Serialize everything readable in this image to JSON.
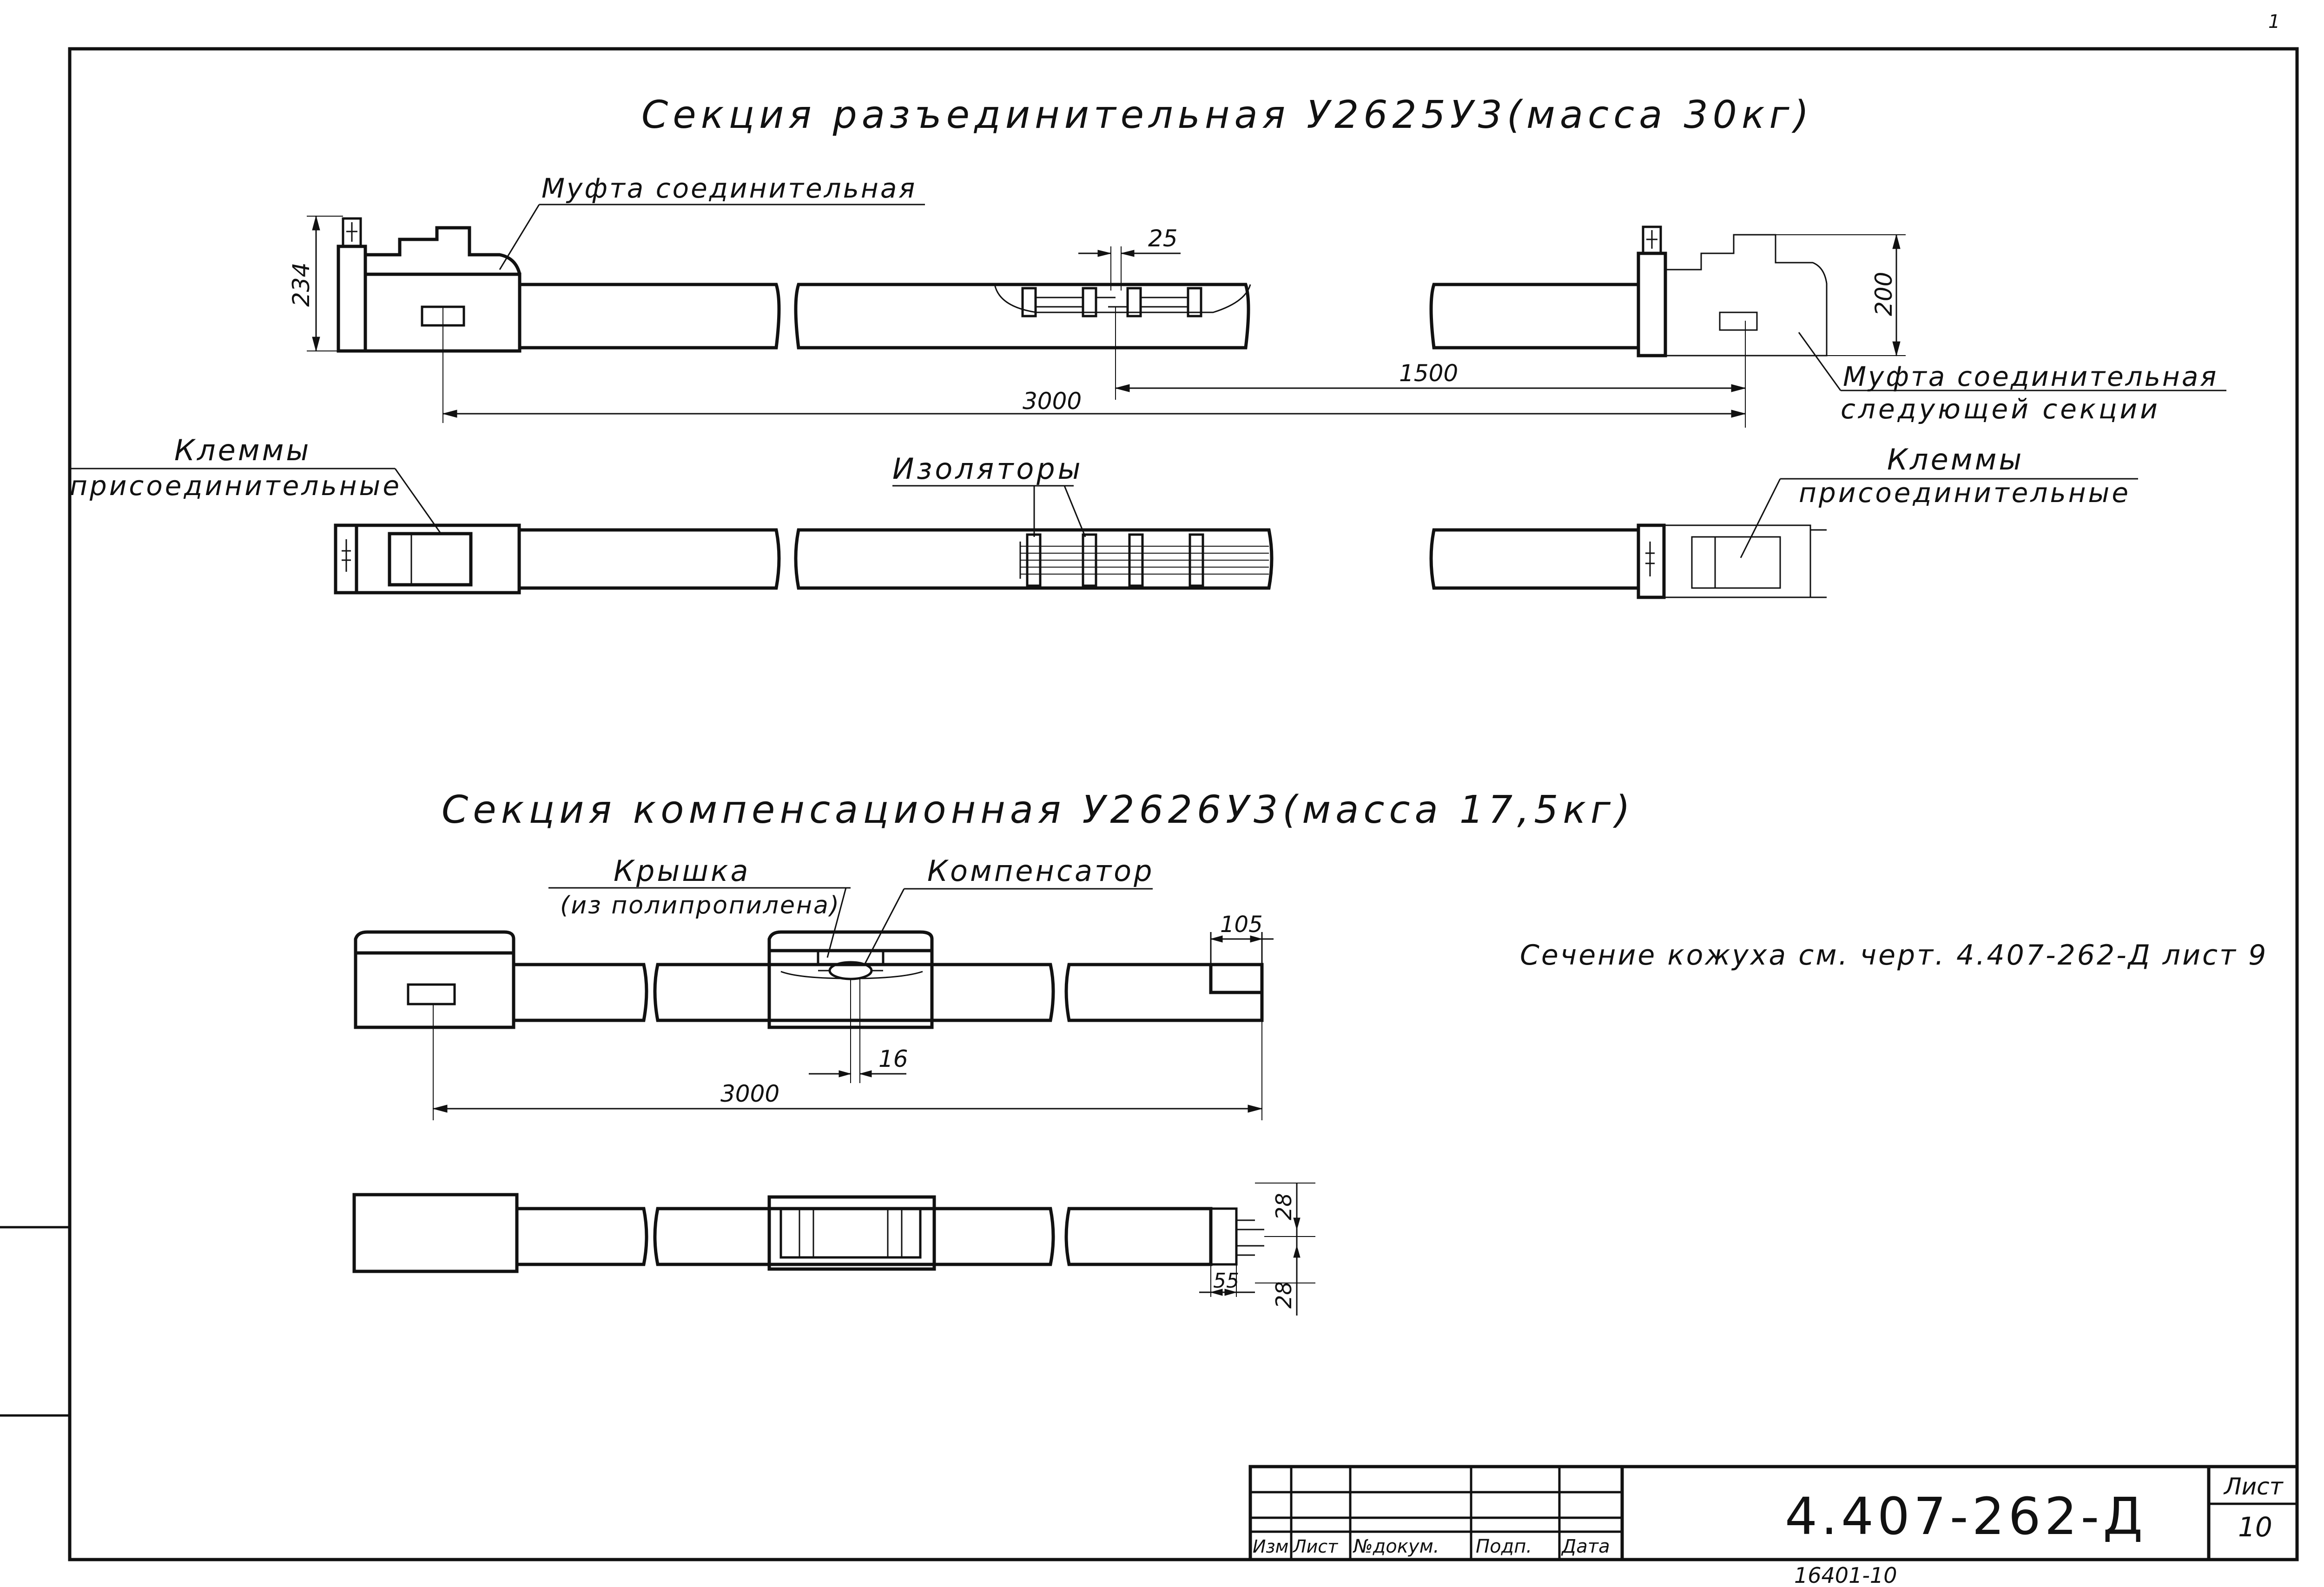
{
  "top_section": {
    "title": "Секция разъединительная У2625У3(масса 30кг)",
    "coupling_label": "Муфта соединительная",
    "next_coupling_label_1": "Муфта соединительная",
    "next_coupling_label_2": "следующей секции",
    "dim_234": "234",
    "dim_25": "25",
    "dim_200": "200",
    "dim_1500": "1500",
    "dim_3000": "3000",
    "terminals_left_1": "Клеммы",
    "terminals_left_2": "присоединительные",
    "insulators_label": "Изоляторы",
    "terminals_right_1": "Клеммы",
    "terminals_right_2": "присоединительные"
  },
  "bottom_section": {
    "title": "Секция компенсационная У2626У3(масса 17,5кг)",
    "cover_label_1": "Крышка",
    "cover_label_2": "(из полипропилена)",
    "compensator_label": "Компенсатор",
    "dim_105": "105",
    "dim_16": "16",
    "dim_3000": "3000",
    "dim_28_top": "28",
    "dim_55": "55",
    "dim_28_bottom": "28"
  },
  "note": "Сечение кожуха см. черт. 4.407-262-Д лист 9",
  "title_block": {
    "col_izm": "Изм",
    "col_list": "Лист",
    "col_doc": "№докум.",
    "col_sign": "Подп.",
    "col_date": "Дата",
    "designation": "4.407-262-Д",
    "sheet_label": "Лист",
    "sheet_number": "10",
    "archive_number": "16401-10"
  },
  "corner_mark": "1"
}
